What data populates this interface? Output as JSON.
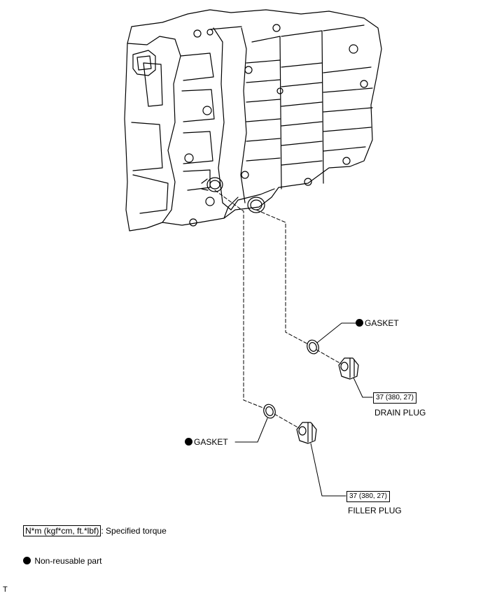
{
  "callouts": {
    "gasket_upper": "GASKET",
    "gasket_lower": "GASKET",
    "drain_plug_torque": "37 (380, 27)",
    "drain_plug_label": "DRAIN PLUG",
    "filler_plug_torque": "37 (380, 27)",
    "filler_plug_label": "FILLER PLUG"
  },
  "legend": {
    "torque_unit": "N*m (kgf*cm, ft.*lbf)",
    "torque_desc": ": Specified torque",
    "non_reusable": "Non-reusable part"
  },
  "corner_mark": "T",
  "colors": {
    "line": "#000000",
    "background": "#ffffff"
  }
}
